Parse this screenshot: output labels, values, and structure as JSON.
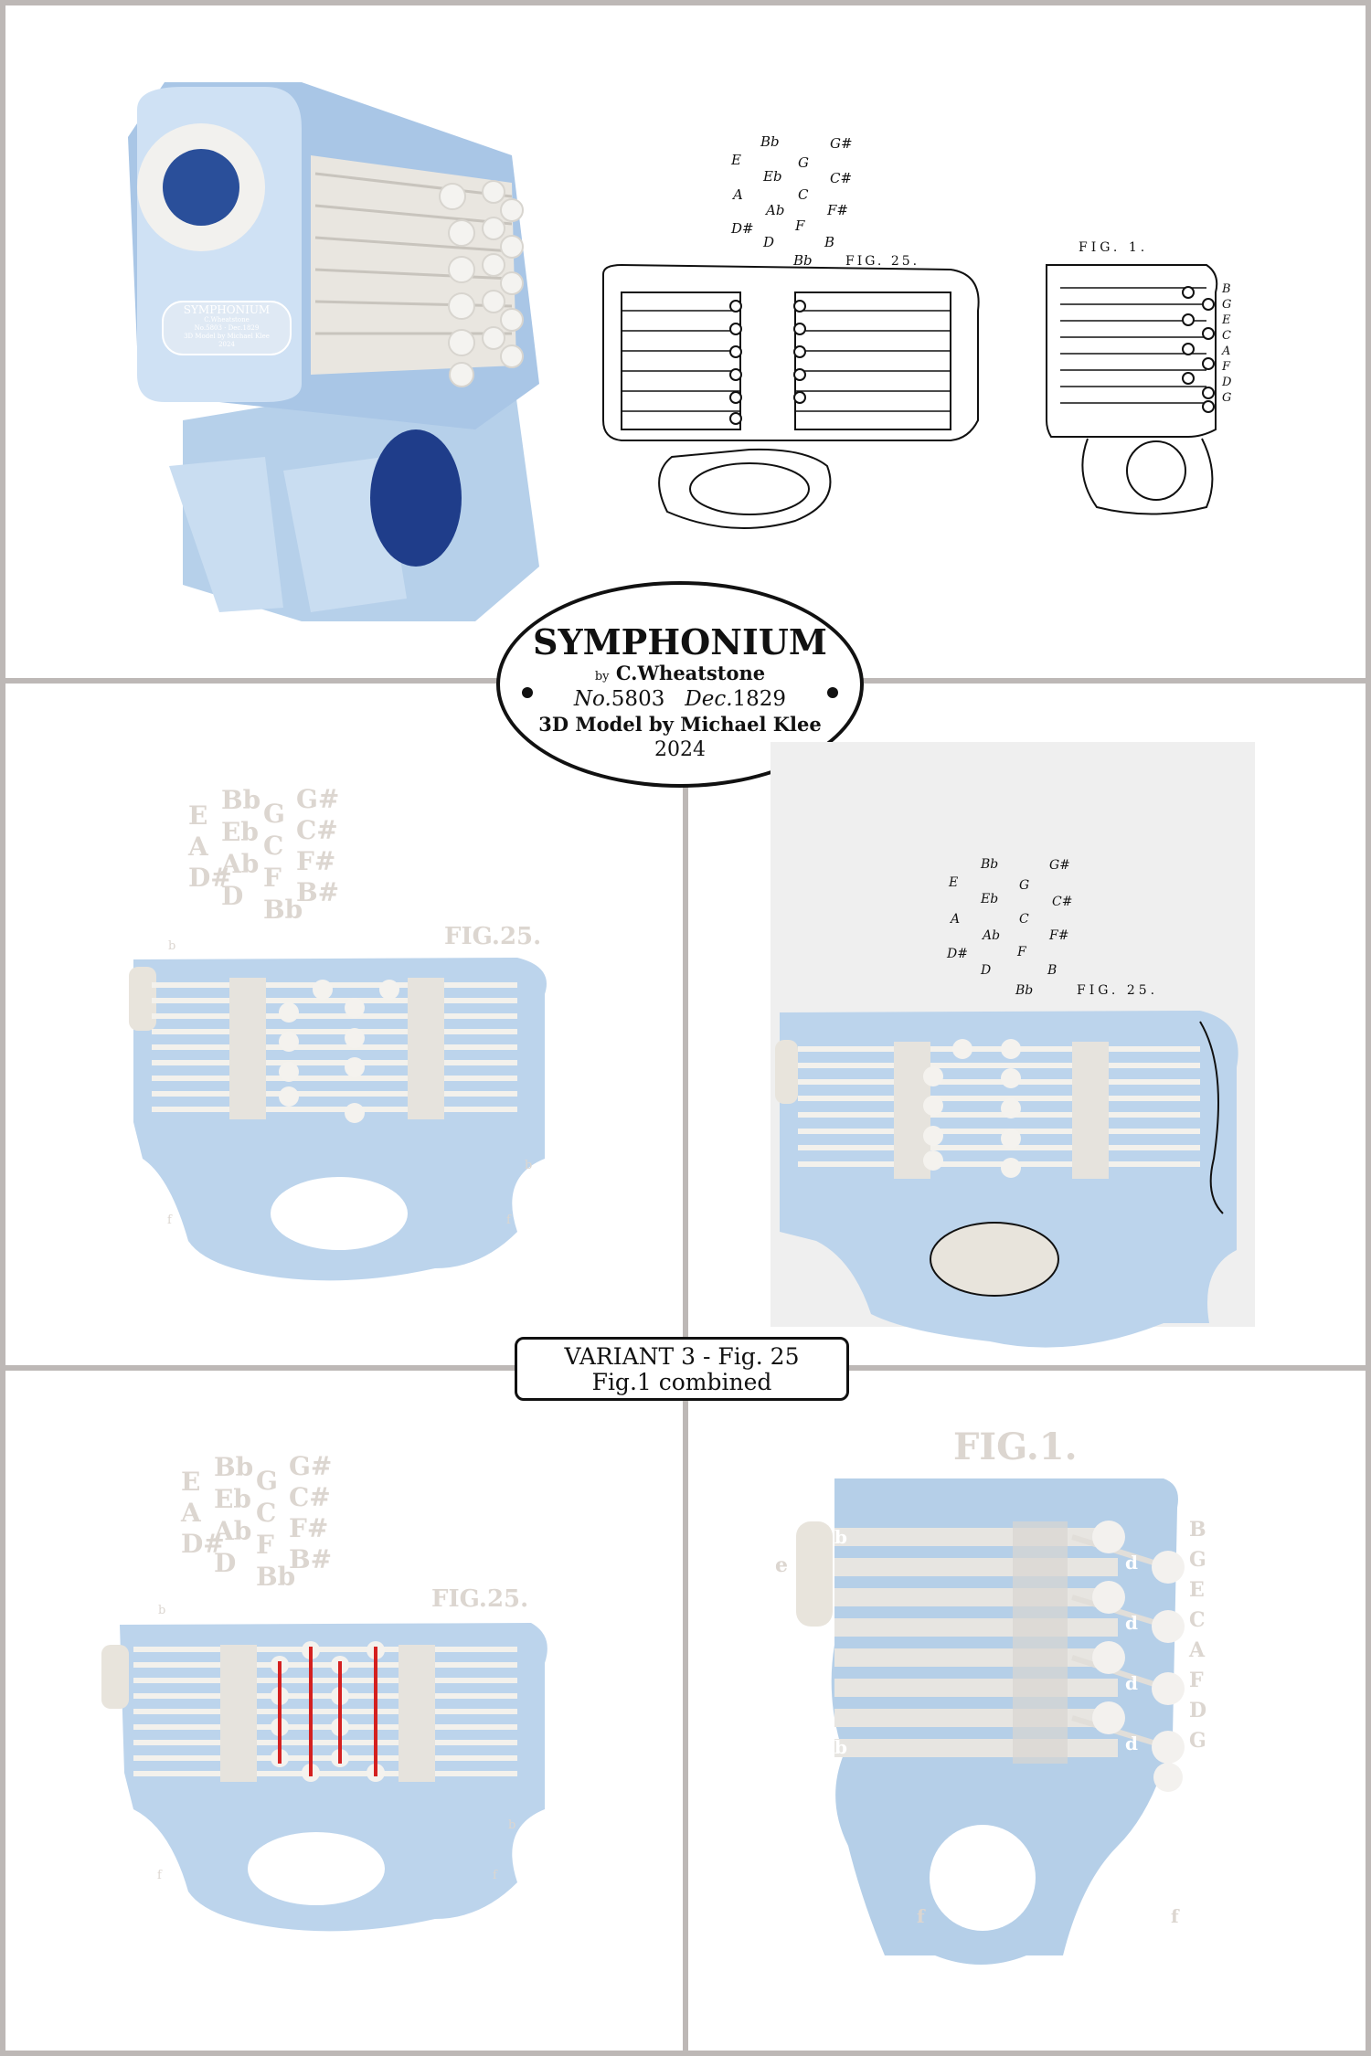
{
  "title_oval": {
    "name": "SYMPHONIUM",
    "by": "by",
    "author": "C.Wheatstone",
    "no_label": "No.",
    "no_value": "5803",
    "dec_label": "Dec.",
    "dec_value": "1829",
    "model_credit": "3D Model by Michael Klee",
    "year": "2024"
  },
  "variant_box": {
    "line1": "VARIANT 3 - Fig. 25",
    "line2": "Fig.1 combined"
  },
  "render_plaque": {
    "line1": "SYMPHONIUM",
    "line2": "C.Wheatstone",
    "line3": "No.5803 · Dec.1829",
    "line4": "3D Model by Michael Klee",
    "line5": "2024"
  },
  "patent_fig25": {
    "caption": "FIG. 25.",
    "notes": [
      "Bb",
      "G#",
      "E",
      "Eb",
      "G",
      "C#",
      "A",
      "Ab",
      "C",
      "F#",
      "D#",
      "F",
      "D",
      "B",
      "Bb"
    ]
  },
  "patent_fig1": {
    "caption": "FIG. 1.",
    "right_notes": [
      "B",
      "G",
      "E",
      "C",
      "A",
      "F",
      "D",
      "G"
    ]
  },
  "panel_mid_left": {
    "caption": "FIG.25.",
    "notes_col1": [
      "E",
      "A",
      "D#"
    ],
    "notes_col2": [
      "Bb",
      "Eb",
      "Ab",
      "D"
    ],
    "notes_col3": [
      "G",
      "C",
      "F",
      "Bb"
    ],
    "notes_col4": [
      "G#",
      "C#",
      "F#",
      "B#"
    ],
    "small_b": "b",
    "small_f": "f"
  },
  "panel_bottom_left": {
    "caption": "FIG.25.",
    "notes_col1": [
      "E",
      "A",
      "D#"
    ],
    "notes_col2": [
      "Bb",
      "Eb",
      "Ab",
      "D"
    ],
    "notes_col3": [
      "G",
      "C",
      "F",
      "Bb"
    ],
    "notes_col4": [
      "G#",
      "C#",
      "F#",
      "B#"
    ],
    "small_b": "b",
    "small_f": "f"
  },
  "panel_bottom_right": {
    "caption": "FIG.1.",
    "right_notes": [
      "B",
      "G",
      "E",
      "C",
      "A",
      "F",
      "D",
      "G"
    ],
    "left_b": "b",
    "left_e": "e",
    "d_label": "d",
    "small_f": "f"
  },
  "colors": {
    "body_blue": "#b5cfe8",
    "key_white": "#eceae6",
    "grid_gray": "#bdb8b6",
    "faded_label": "#dcd6d0",
    "red_line": "#d42020"
  }
}
